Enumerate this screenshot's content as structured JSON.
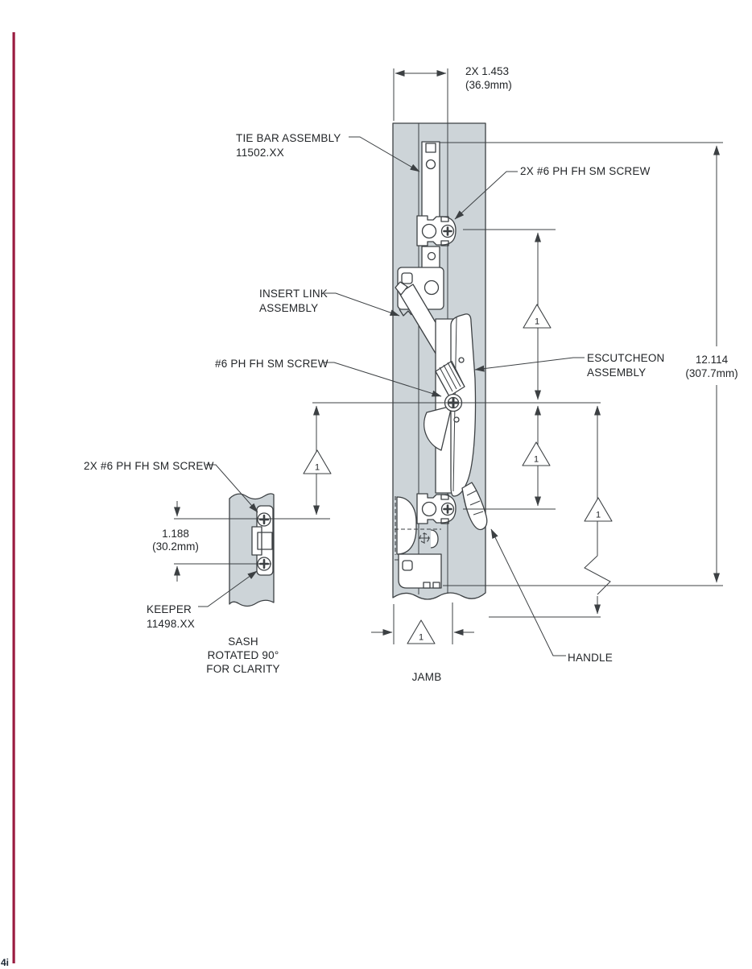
{
  "page": {
    "footer_mark": "4i"
  },
  "colors": {
    "accent_rule": "#9a1c40",
    "metal_fill": "#cdd4d8",
    "line": "#3c4043",
    "text": "#232629"
  },
  "labels": {
    "tie_bar_1": "TIE BAR ASSEMBLY",
    "tie_bar_2": "11502.XX",
    "screw_top": "2X #6 PH FH SM SCREW",
    "insert_link_1": "INSERT LINK",
    "insert_link_2": "ASSEMBLY",
    "screw_mid": "#6 PH FH SM SCREW",
    "escutcheon_1": "ESCUTCHEON",
    "escutcheon_2": "ASSEMBLY",
    "screw_keeper": "2X #6 PH FH SM SCREW",
    "keeper_1": "KEEPER",
    "keeper_2": "11498.XX",
    "sash_1": "SASH",
    "sash_2": "ROTATED 90°",
    "sash_3": "FOR CLARITY",
    "jamb": "JAMB",
    "handle": "HANDLE"
  },
  "dimensions": {
    "width_in": "2X 1.453",
    "width_mm": "(36.9mm)",
    "height_in": "12.114",
    "height_mm": "(307.7mm)",
    "keeper_in": "1.188",
    "keeper_mm": "(30.2mm)"
  },
  "flags": {
    "note": "1"
  }
}
